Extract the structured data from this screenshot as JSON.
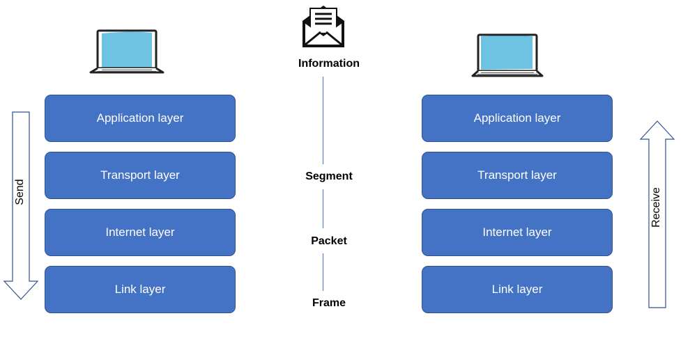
{
  "colors": {
    "layer_fill": "#4472c4",
    "layer_border": "#2f528f",
    "arrow_stroke": "#2f528f",
    "screen_fill": "#6ec3e2",
    "line": "#4472c4"
  },
  "icons": {
    "sender": "laptop-icon",
    "receiver": "laptop-icon",
    "message": "envelope-letter-icon"
  },
  "sender": {
    "direction_label": "Send",
    "layers": [
      "Application layer",
      "Transport layer",
      "Internet layer",
      "Link layer"
    ]
  },
  "receiver": {
    "direction_label": "Receive",
    "layers": [
      "Application layer",
      "Transport layer",
      "Internet layer",
      "Link layer"
    ]
  },
  "data_units": [
    "Information",
    "Segment",
    "Packet",
    "Frame"
  ]
}
